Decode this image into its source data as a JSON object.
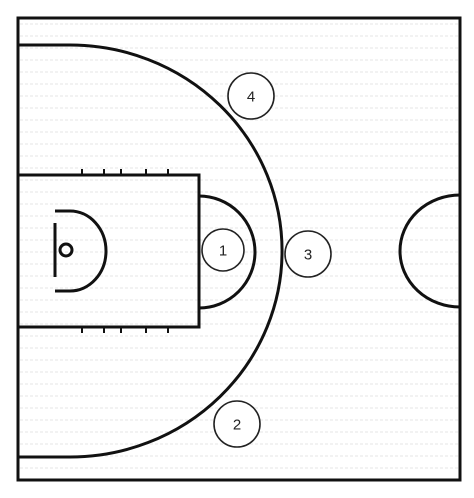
{
  "court": {
    "colors": {
      "line": "#111111",
      "background": "#ffffff",
      "floor_stripes": "#e6e6e6"
    }
  },
  "players": [
    {
      "label": "1"
    },
    {
      "label": "2"
    },
    {
      "label": "3"
    },
    {
      "label": "4"
    }
  ]
}
